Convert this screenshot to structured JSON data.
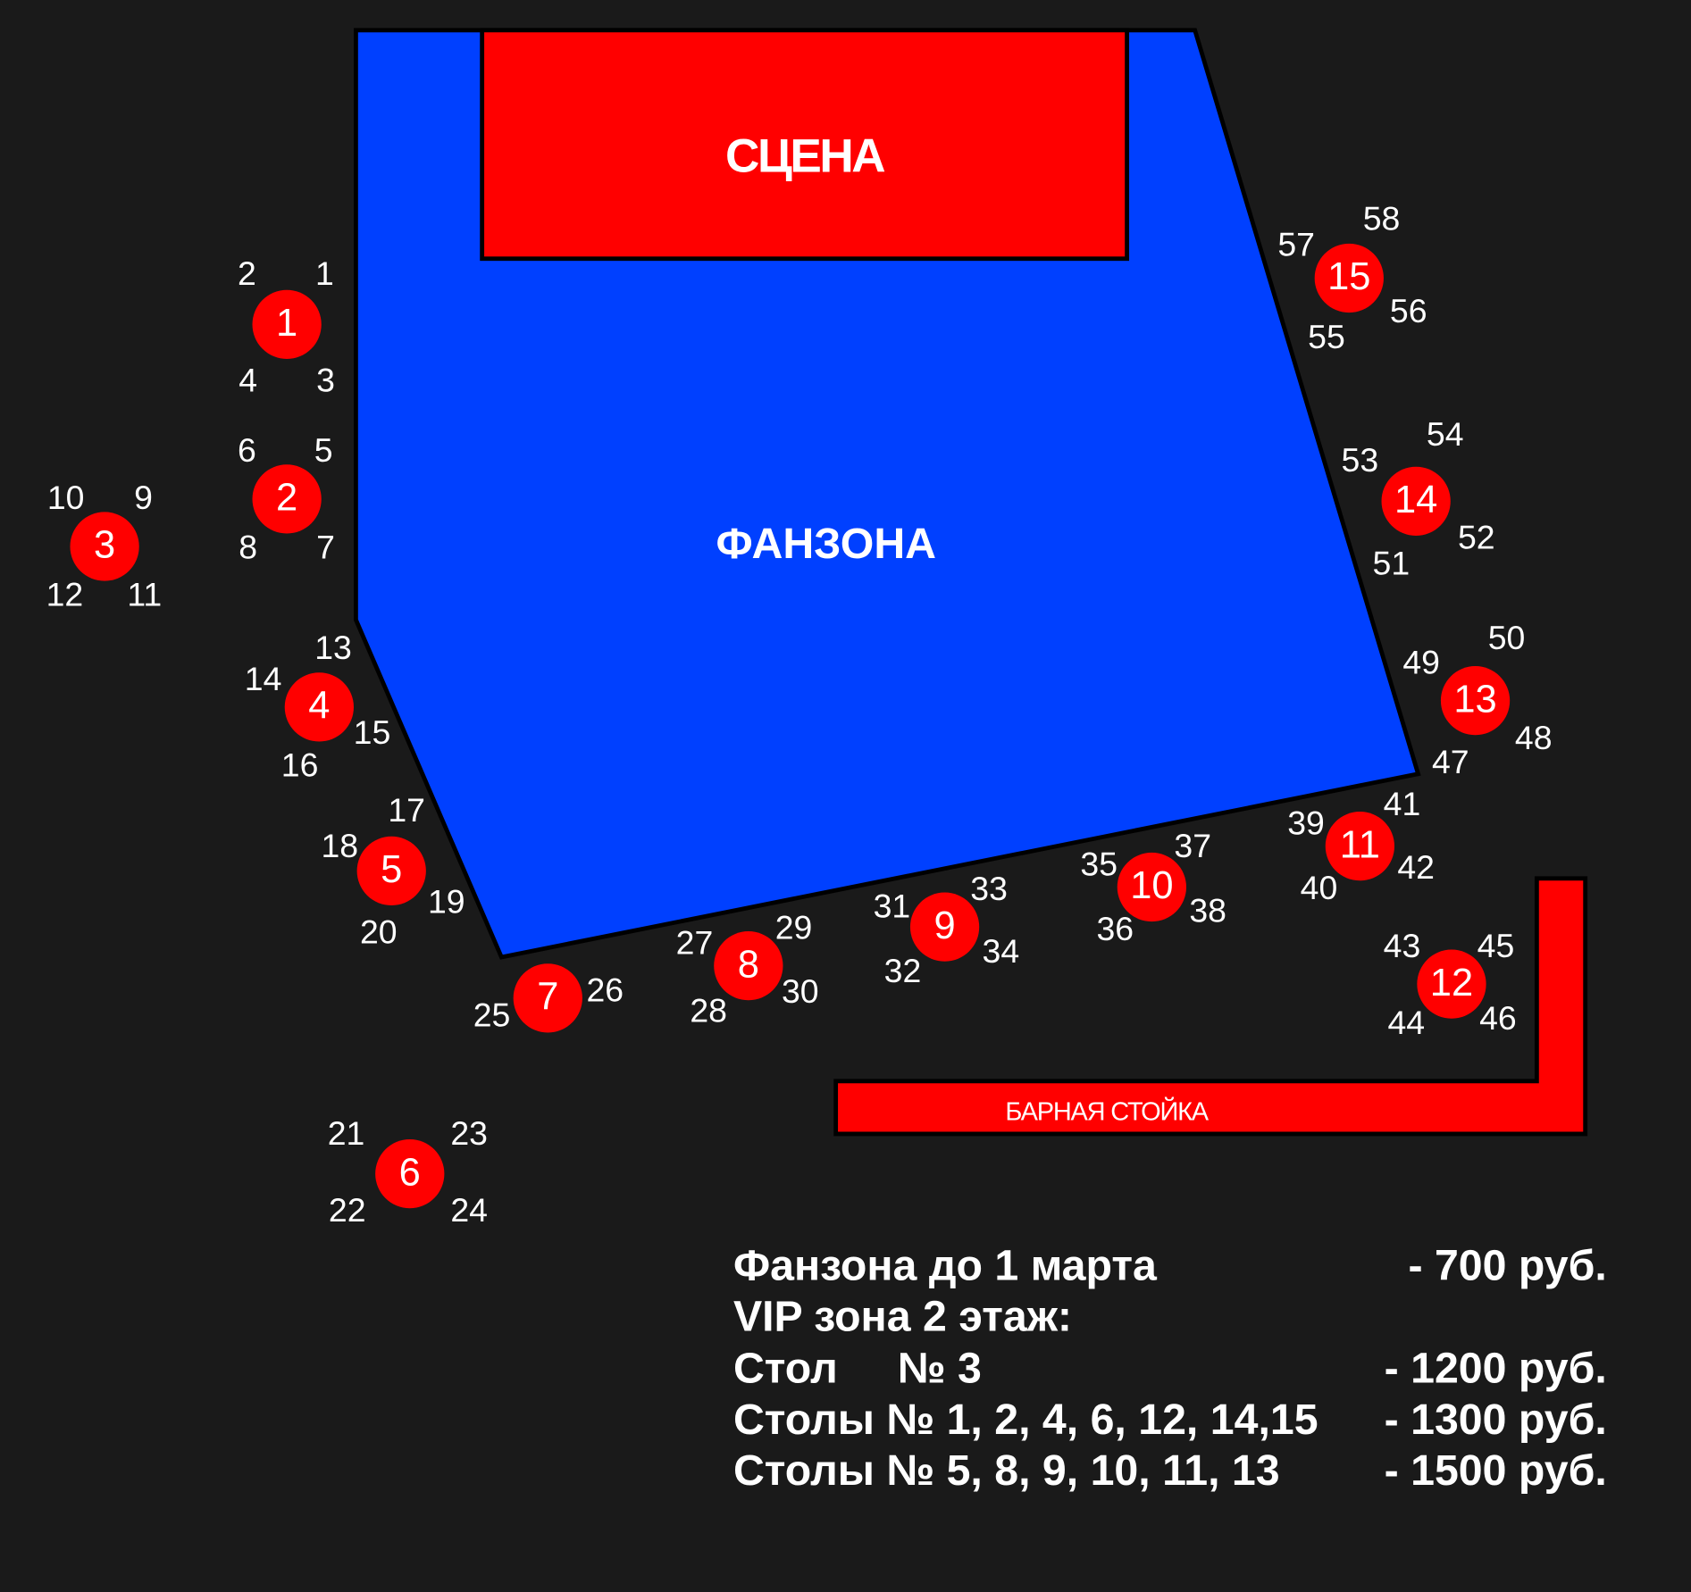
{
  "colors": {
    "background": "#1a1a1a",
    "fanzone": "#0040ff",
    "red": "#ff0000",
    "text": "#ffffff"
  },
  "stage_label": "СЦЕНА",
  "fanzone_label": "ФАНЗОНА",
  "bar_label": "БАРНАЯ СТОЙКА",
  "tables": [
    {
      "number": "1",
      "seats": [
        "1",
        "2",
        "3",
        "4"
      ]
    },
    {
      "number": "2",
      "seats": [
        "5",
        "6",
        "7",
        "8"
      ]
    },
    {
      "number": "3",
      "seats": [
        "9",
        "10",
        "11",
        "12"
      ]
    },
    {
      "number": "4",
      "seats": [
        "13",
        "14",
        "15",
        "16"
      ]
    },
    {
      "number": "5",
      "seats": [
        "17",
        "18",
        "19",
        "20"
      ]
    },
    {
      "number": "6",
      "seats": [
        "21",
        "22",
        "23",
        "24"
      ]
    },
    {
      "number": "7",
      "seats": [
        "25",
        "26"
      ]
    },
    {
      "number": "8",
      "seats": [
        "27",
        "28",
        "29",
        "30"
      ]
    },
    {
      "number": "9",
      "seats": [
        "31",
        "32",
        "33",
        "34"
      ]
    },
    {
      "number": "10",
      "seats": [
        "35",
        "36",
        "37",
        "38"
      ]
    },
    {
      "number": "11",
      "seats": [
        "39",
        "40",
        "41",
        "42"
      ]
    },
    {
      "number": "12",
      "seats": [
        "43",
        "44",
        "45",
        "46"
      ]
    },
    {
      "number": "13",
      "seats": [
        "47",
        "48",
        "49",
        "50"
      ]
    },
    {
      "number": "14",
      "seats": [
        "51",
        "52",
        "53",
        "54"
      ]
    },
    {
      "number": "15",
      "seats": [
        "55",
        "56",
        "57",
        "58"
      ]
    }
  ],
  "legend": [
    {
      "label": "Фанзона до 1 марта",
      "price": "- 700 руб."
    },
    {
      "label": "VIP зона 2 этаж:",
      "price": ""
    },
    {
      "label": "Стол     № 3",
      "price": "- 1200 руб."
    },
    {
      "label": "Столы № 1, 2, 4, 6, 12, 14,15",
      "price": "- 1300 руб."
    },
    {
      "label": "Столы № 5, 8, 9, 10, 11, 13",
      "price": "- 1500 руб."
    }
  ]
}
